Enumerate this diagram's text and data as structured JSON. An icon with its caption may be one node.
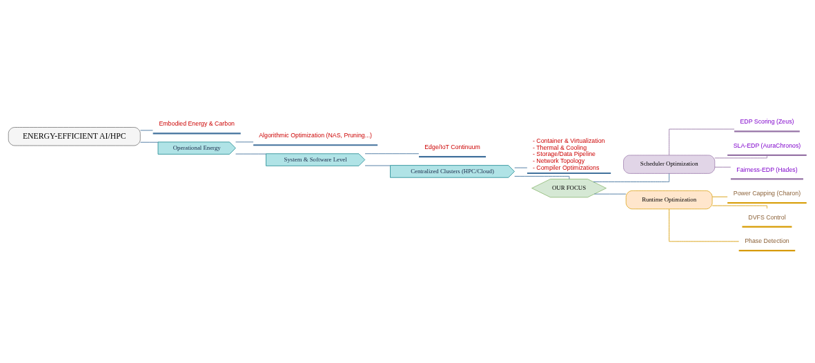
{
  "diagram": {
    "nodes": [
      {
        "text": [
          "ENERGY-EFFICIENT AI/HPC"
        ]
      },
      {
        "text": [
          "Embodied Energy & Carbon"
        ]
      },
      {
        "text": [
          "Operational Energy"
        ]
      },
      {
        "text": [
          "Algorithmic Optimization (NAS, Pruning...)"
        ]
      },
      {
        "text": [
          "System & Software Level"
        ]
      },
      {
        "text": [
          "Edge/IoT Continuum"
        ]
      },
      {
        "text": [
          "Centralized Clusters (HPC/Cloud)"
        ]
      },
      {
        "text": [
          "- Container & Virtualization",
          "- Thermal & Cooling",
          "- Storage/Data Pipeline",
          "- Network Topology",
          "- Compiler Optimizations"
        ]
      },
      {
        "text": [
          "OUR FOCUS"
        ]
      },
      {
        "text": [
          "Scheduler Optimization"
        ]
      },
      {
        "text": [
          "EDP Scoring (Zeus)"
        ]
      },
      {
        "text": [
          "SLA-EDP (AuraChronos)"
        ]
      },
      {
        "text": [
          "Fairness-EDP (Hades)"
        ]
      },
      {
        "text": [
          "Runtime Optimization"
        ]
      },
      {
        "text": [
          "Power Capping (Charon)"
        ]
      },
      {
        "text": [
          "DVFS Control"
        ]
      },
      {
        "text": [
          "Phase Detection"
        ]
      }
    ],
    "edges": [
      {
        "from": 0,
        "to": 1,
        "arrow": "none"
      },
      {
        "from": 0,
        "to": 2,
        "arrow": "none"
      },
      {
        "from": 2,
        "to": 3,
        "arrow": "none"
      },
      {
        "from": 2,
        "to": 4,
        "arrow": "none"
      },
      {
        "from": 4,
        "to": 5,
        "arrow": "none"
      },
      {
        "from": 4,
        "to": 6,
        "arrow": "none"
      },
      {
        "from": 6,
        "to": 7,
        "arrow": "none"
      },
      {
        "from": 6,
        "to": 8,
        "arrow": "none"
      },
      {
        "from": 8,
        "to": 9,
        "arrow": "none"
      },
      {
        "from": 8,
        "to": 13,
        "arrow": "none"
      },
      {
        "from": 9,
        "to": 10,
        "arrow": "none",
        "color": "#9673a6"
      },
      {
        "from": 9,
        "to": 11,
        "arrow": "none",
        "color": "#9673a6"
      },
      {
        "from": 9,
        "to": 12,
        "arrow": "none",
        "color": "#9673a6"
      },
      {
        "from": 13,
        "to": 14,
        "arrow": "none",
        "color": "#d79b00"
      },
      {
        "from": 13,
        "to": 15,
        "arrow": "none",
        "color": "#d79b00"
      },
      {
        "from": 13,
        "to": 16,
        "arrow": "none",
        "color": "#d79b00"
      }
    ]
  }
}
